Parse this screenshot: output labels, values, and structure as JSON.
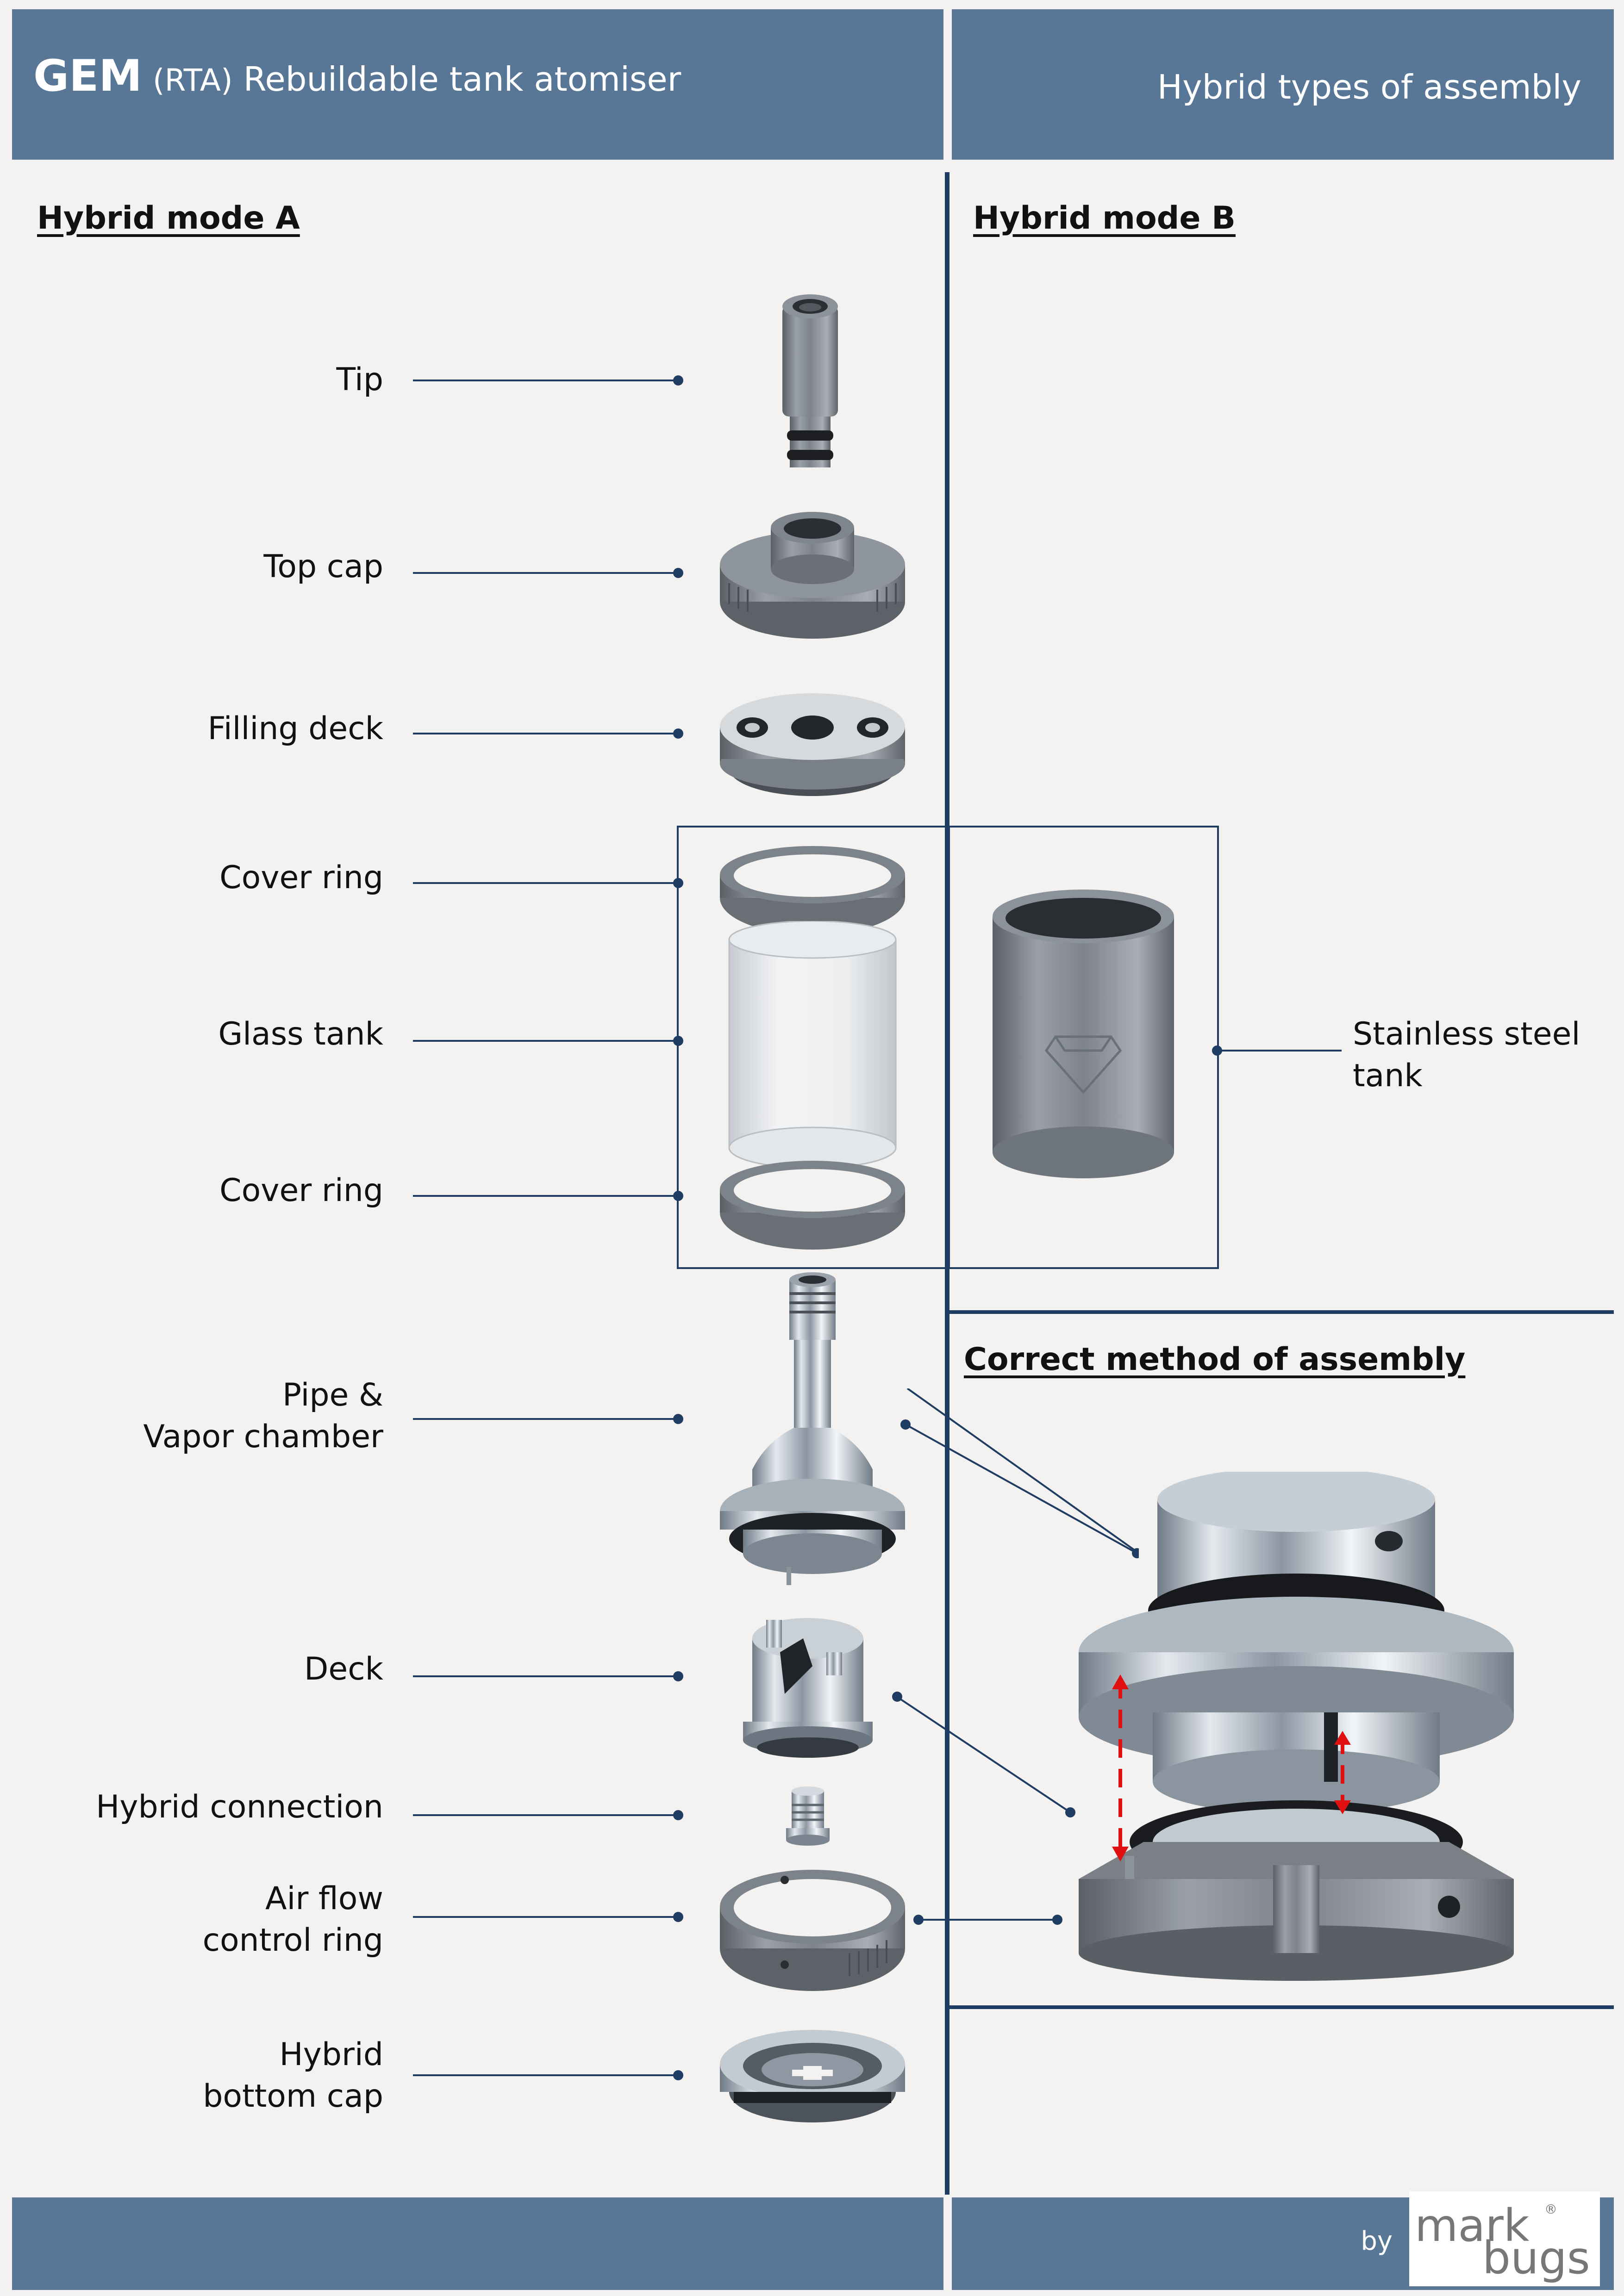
{
  "header": {
    "title_main": "GEM",
    "title_rta": "(RTA)",
    "title_rest": "Rebuildable tank atomiser",
    "right_title": "Hybrid types of assembly"
  },
  "sections": {
    "mode_a": "Hybrid mode A",
    "mode_b": "Hybrid mode B",
    "correct": "Correct method of assembly"
  },
  "parts_a": [
    {
      "label": "Tip",
      "icon": "tip-icon"
    },
    {
      "label": "Top cap",
      "icon": "top-cap-icon"
    },
    {
      "label": "Filling deck",
      "icon": "filling-deck-icon"
    },
    {
      "label": "Cover ring",
      "icon": "cover-ring-icon"
    },
    {
      "label": "Glass tank",
      "icon": "glass-tank-icon"
    },
    {
      "label": "Cover ring",
      "icon": "cover-ring-icon"
    },
    {
      "label": "Pipe &",
      "label2": "Vapor chamber",
      "icon": "pipe-vapor-chamber-icon"
    },
    {
      "label": "Deck",
      "icon": "deck-icon"
    },
    {
      "label": "Hybrid connection",
      "icon": "hybrid-connection-icon"
    },
    {
      "label": "Air flow",
      "label2": "control ring",
      "icon": "air-flow-ring-icon"
    },
    {
      "label": "Hybrid",
      "label2": "bottom cap",
      "icon": "hybrid-bottom-cap-icon"
    }
  ],
  "part_b": {
    "label": "Stainless steel",
    "label2": "tank",
    "icon": "steel-tank-icon"
  },
  "footer": {
    "by": "by",
    "logo_mark": "mark",
    "logo_bugs": "bugs",
    "logo_reg": "®"
  },
  "colors": {
    "band": "#587797",
    "line": "#1f3c63",
    "background": "#f4f2f0",
    "arrow": "#e01010"
  }
}
